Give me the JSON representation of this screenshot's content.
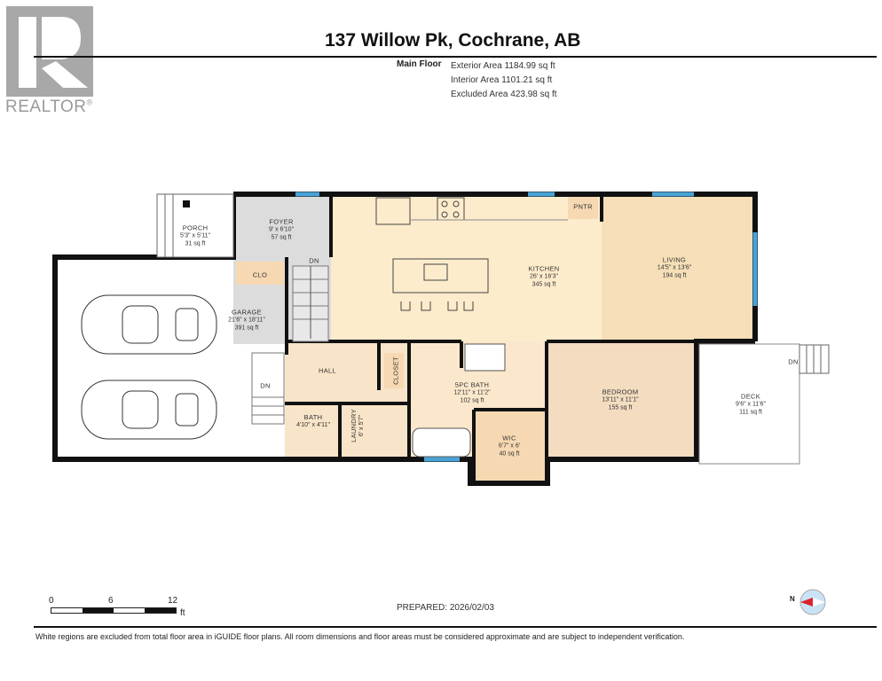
{
  "logo": {
    "word": "REALTOR",
    "mark": "®"
  },
  "header": {
    "title": "137 Willow Pk, Cochrane, AB",
    "floor_label": "Main Floor",
    "areas": [
      "Exterior Area 1184.99 sq ft",
      "Interior Area 1101.21 sq ft",
      "Excluded Area 423.98 sq ft"
    ]
  },
  "colors": {
    "wall": "#111111",
    "kitchen": "#fdeccb",
    "living": "#f6dfb8",
    "bedroom": "#f3dcc0",
    "bath": "#fbe8cc",
    "foyer": "#dcdcdc",
    "closet": "#f6d9b3",
    "window": "#4aa3d6",
    "excluded": "#ffffff"
  },
  "rooms": {
    "porch": {
      "name": "PORCH",
      "dims": "5'3\" x 5'11\"",
      "area": "31 sq ft"
    },
    "foyer": {
      "name": "FOYER",
      "dims": "9' x 6'10\"",
      "area": "57 sq ft"
    },
    "clo": {
      "name": "CLO"
    },
    "kitchen": {
      "name": "KITCHEN",
      "dims": "26' x 16'3\"",
      "area": "345 sq ft"
    },
    "pntr": {
      "name": "PNTR"
    },
    "living": {
      "name": "LIVING",
      "dims": "14'5\" x 13'6\"",
      "area": "194 sq ft"
    },
    "garage": {
      "name": "GARAGE",
      "dims": "21'6\" x 18'11\"",
      "area": "391 sq ft"
    },
    "hall": {
      "name": "HALL"
    },
    "closet": {
      "name": "CLOSET"
    },
    "bath": {
      "name": "BATH",
      "dims": "4'10\" x 4'11\""
    },
    "laundry": {
      "name": "LAUNDRY",
      "dims": "6' x 5'7\""
    },
    "bath5pc": {
      "name": "5PC BATH",
      "dims": "12'11\" x 11'2\"",
      "area": "102 sq ft"
    },
    "wic": {
      "name": "WIC",
      "dims": "6'7\" x 6'",
      "area": "40 sq ft"
    },
    "bedroom": {
      "name": "BEDROOM",
      "dims": "13'11\" x 11'1\"",
      "area": "155 sq ft"
    },
    "deck": {
      "name": "DECK",
      "dims": "9'6\" x 11'6\"",
      "area": "111 sq ft"
    }
  },
  "stairs": {
    "main": "DN",
    "garage": "DN",
    "deck": "DN"
  },
  "scale": {
    "ticks": [
      "0",
      "6",
      "12"
    ],
    "unit": "ft"
  },
  "prepared": "PREPARED: 2026/02/03",
  "compass": {
    "label": "N"
  },
  "disclaimer": "White regions are excluded from total floor area in iGUIDE floor plans. All room dimensions and floor areas must be considered approximate and are subject to independent verification."
}
